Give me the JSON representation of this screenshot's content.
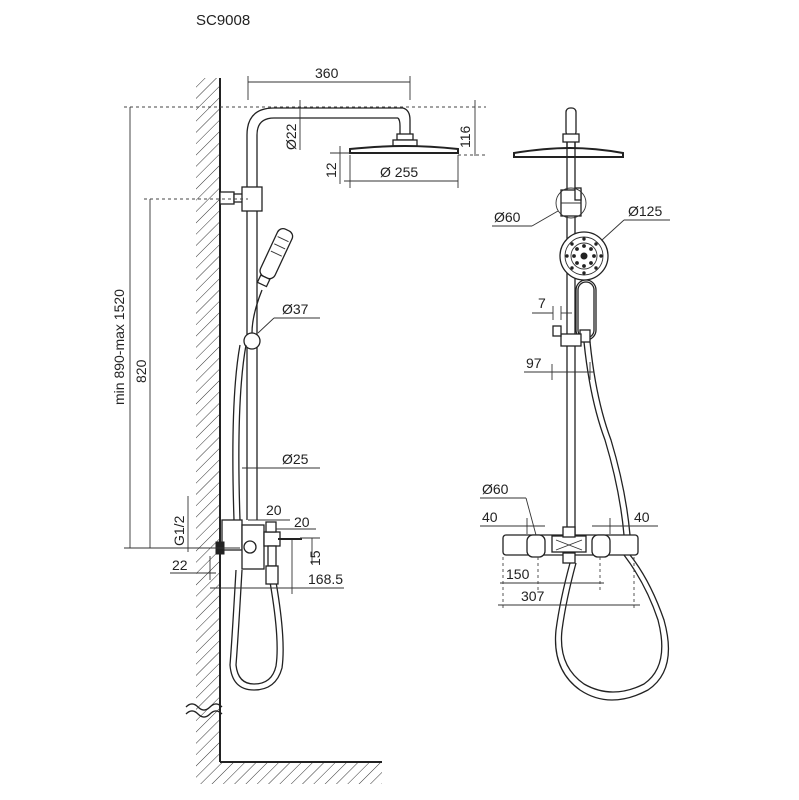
{
  "model_code": "SC9008",
  "dimensions": {
    "head_reach": "360",
    "pipe_top_diameter": "Ø22",
    "head_height": "116",
    "head_thickness": "12",
    "head_diameter": "Ø 255",
    "total_height": "min 890-max 1520",
    "center_height": "820",
    "slider_diameter": "Ø37",
    "pipe_diameter": "Ø25",
    "inlet_thread": "G1/2",
    "valve_offset_a": "20",
    "valve_offset_b": "20",
    "spout_height": "15",
    "wall_offset": "22",
    "wall_to_spout": "168.5",
    "bracket_diameter_front": "Ø60",
    "handshower_diameter": "Ø125",
    "holder_width": "7",
    "holder_offset": "97",
    "knob_diameter": "Ø60",
    "knob_width_left": "40",
    "knob_width_right": "40",
    "inlet_spacing": "150",
    "mixer_width": "307"
  }
}
